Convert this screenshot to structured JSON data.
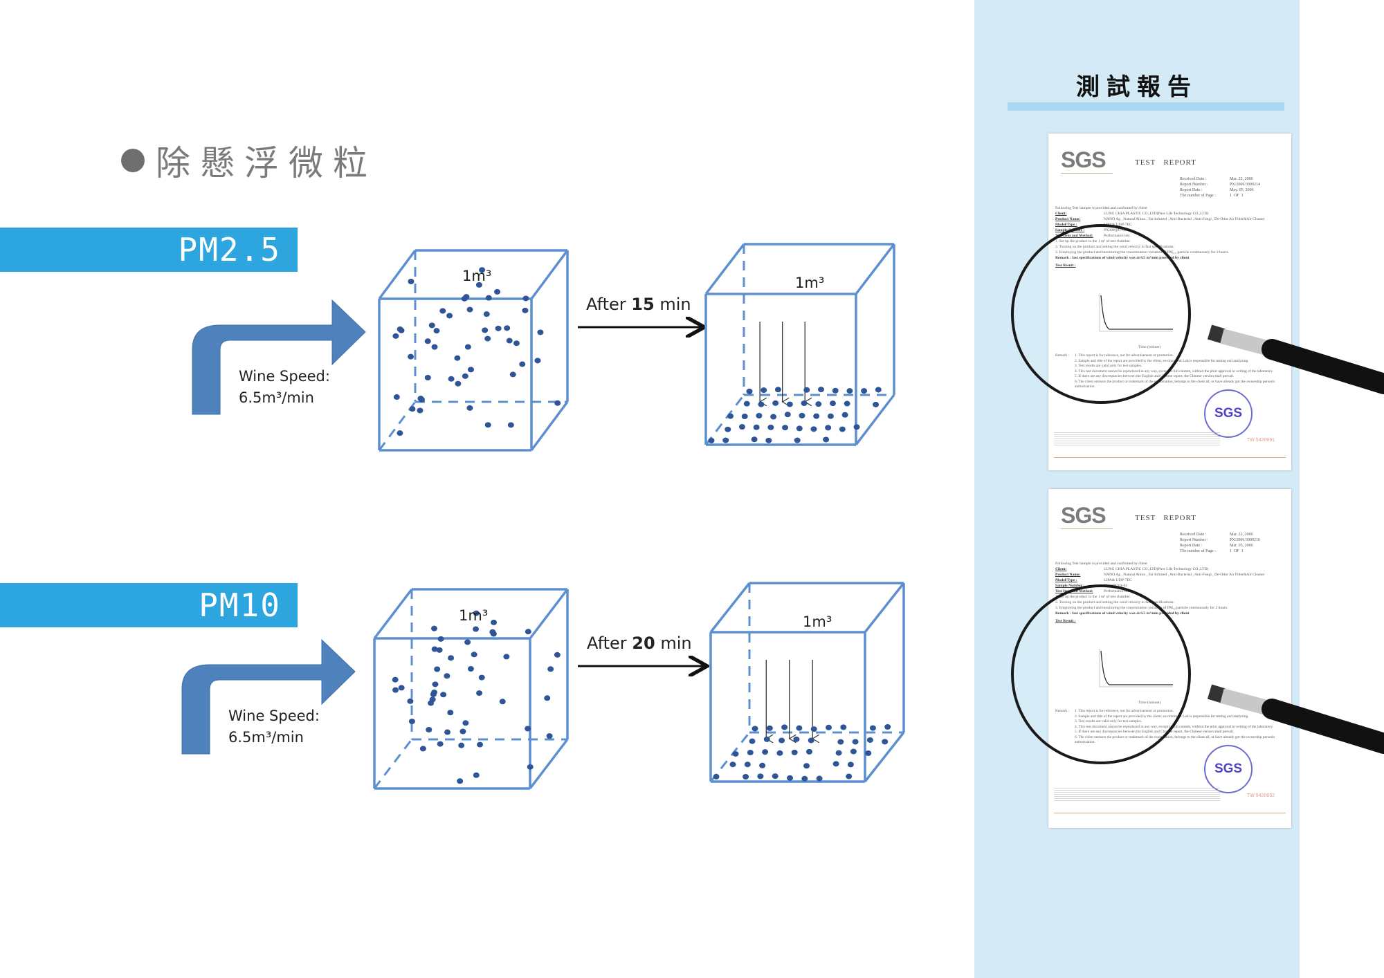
{
  "section": {
    "bullet_icon": "filled-circle",
    "title": "除懸浮微粒"
  },
  "rows": [
    {
      "label": "PM2.5",
      "wind_speed_label": "Wine Speed:",
      "wind_speed_value": "6.5m³/min",
      "cube_before_label": "1m³",
      "after_prefix": "After",
      "after_minutes": "15",
      "after_suffix": "min",
      "cube_after_label": "1m³"
    },
    {
      "label": "PM10",
      "wind_speed_label": "Wine Speed:",
      "wind_speed_value": "6.5m³/min",
      "cube_before_label": "1m³",
      "after_prefix": "After",
      "after_minutes": "20",
      "after_suffix": "min",
      "cube_after_label": "1m³"
    }
  ],
  "colors": {
    "accent_blue": "#2da5de",
    "arrow_blue": "#4f81bd",
    "cube_blue": "#5b8fd0",
    "particle": "#2f5597",
    "panel_bg": "#d4ebf7",
    "panel_rule": "#a9d8f0"
  },
  "panel": {
    "title": "測試報告",
    "reports": [
      {
        "logo": "SGS",
        "heading": "TEST   REPORT",
        "meta": [
          {
            "k": "Received Date :",
            "v": "Mar. 22, 2006"
          },
          {
            "k": "Report Number :",
            "v": "PX/2006/3009214"
          },
          {
            "k": "Report Date :",
            "v": "May. 05, 2006"
          },
          {
            "k": "The number of Page :",
            "v": "1  OF  1"
          }
        ],
        "intro": "Following Test Sample is provided and confirmed by client",
        "fields": [
          {
            "k": "Client:",
            "v": "LUNG CHIA PLASTIC CO.,LTD(Pure Life Technology CO.,LTD)"
          },
          {
            "k": "Product Name:",
            "v": "NANO Ag , Natural Anion , Far Infrared , Anti-Bacterial , Anti-Fungi , De-Odor Air Filter&Air Cleaner"
          },
          {
            "k": "Model/Type :",
            "v": "LIPA& UDP-7EC"
          },
          {
            "k": "Sample Number :",
            "v": "PX300Q81-02"
          },
          {
            "k": "Test Item and Method:",
            "v": "Performance test"
          }
        ],
        "steps": [
          "1. Set up the product in the 1 m³ of test chamber.",
          "2. Turning on the product and setting the wind velocity to fast specifications.",
          "3. Employing the product and monitoring the concentration variation of PM₂.₅ particle continuously for 2 hours."
        ],
        "remark_line": "Remark : fast specifications of wind velocity was at 6.5 m³/min provided by client",
        "test_result_label": "Test Result :",
        "chart_x_label": "Time (minute)",
        "remarks": [
          "1. This report is for reference, not for advertisement or promotion.",
          "2. Sample and title of the report are provided by the client, environment Lab is responsible for testing and analyzing.",
          "3. Test results are valid only for test samples.",
          "4. This test document cannot be reproduced in any way, except in full content, without the prior approval in writing of the laboratory.",
          "5. If there are any discrepancies between the English and Chinese report, the Chinese version shall prevail.",
          "6. The client entrusts the product or trademark of the examination, belongs to the client all, or have already got the ownership person's authorization."
        ],
        "remark_label": "Remark :",
        "stamp": "SGS",
        "serial": "TW 5420691"
      },
      {
        "logo": "SGS",
        "heading": "TEST   REPORT",
        "meta": [
          {
            "k": "Received Date :",
            "v": "Mar. 22, 2006"
          },
          {
            "k": "Report Number :",
            "v": "PX/2006/3009216"
          },
          {
            "k": "Report Date :",
            "v": "Mar. 05, 2006"
          },
          {
            "k": "The number of Page :",
            "v": "1  OF  1"
          }
        ],
        "intro": "Following Test Sample is provided and confirmed by client",
        "fields": [
          {
            "k": "Client:",
            "v": "LUNG CHIA PLASTIC CO.,LTD(Pure Life Technology CO.,LTD)"
          },
          {
            "k": "Product Name:",
            "v": "NANO Ag , Natural Anion , Far Infrared , Anti-Bacterial , Anti-Fungi , De-Odor Air Filter&Air Cleaner"
          },
          {
            "k": "Model/Type :",
            "v": "LIPA& UDP-7EC"
          },
          {
            "k": "Sample Number :",
            "v": "PX3009201-02"
          },
          {
            "k": "Test Item and Method:",
            "v": "Performance test"
          }
        ],
        "steps": [
          "1. Set up the product in the 1 m³ of test chamber.",
          "2. Turning on the product and setting the wind velocity to fast specifications.",
          "3. Employing the product and monitoring the concentration variation of PM₁₀ particle continuously for 2 hours."
        ],
        "remark_line": "Remark : fast specifications of wind velocity was at 6.5 m³/min provided by client",
        "test_result_label": "Test Result :",
        "chart_x_label": "Time (minute)",
        "remarks": [
          "1. This report is for reference, not for advertisement or promotion.",
          "2. Sample and title of the report are provided by the client, environment Lab is responsible for testing and analyzing.",
          "3. Test results are valid only for test samples.",
          "4. This test document cannot be reproduced in any way, except in full content, without the prior approval in writing of the laboratory.",
          "5. If there are any discrepancies between the English and Chinese report, the Chinese version shall prevail.",
          "6. The client entrusts the product or trademark of the examination, belongs to the client all, or have already got the ownership person's authorization."
        ],
        "remark_label": "Remark :",
        "stamp": "SGS",
        "serial": "TW 5420692"
      }
    ]
  }
}
